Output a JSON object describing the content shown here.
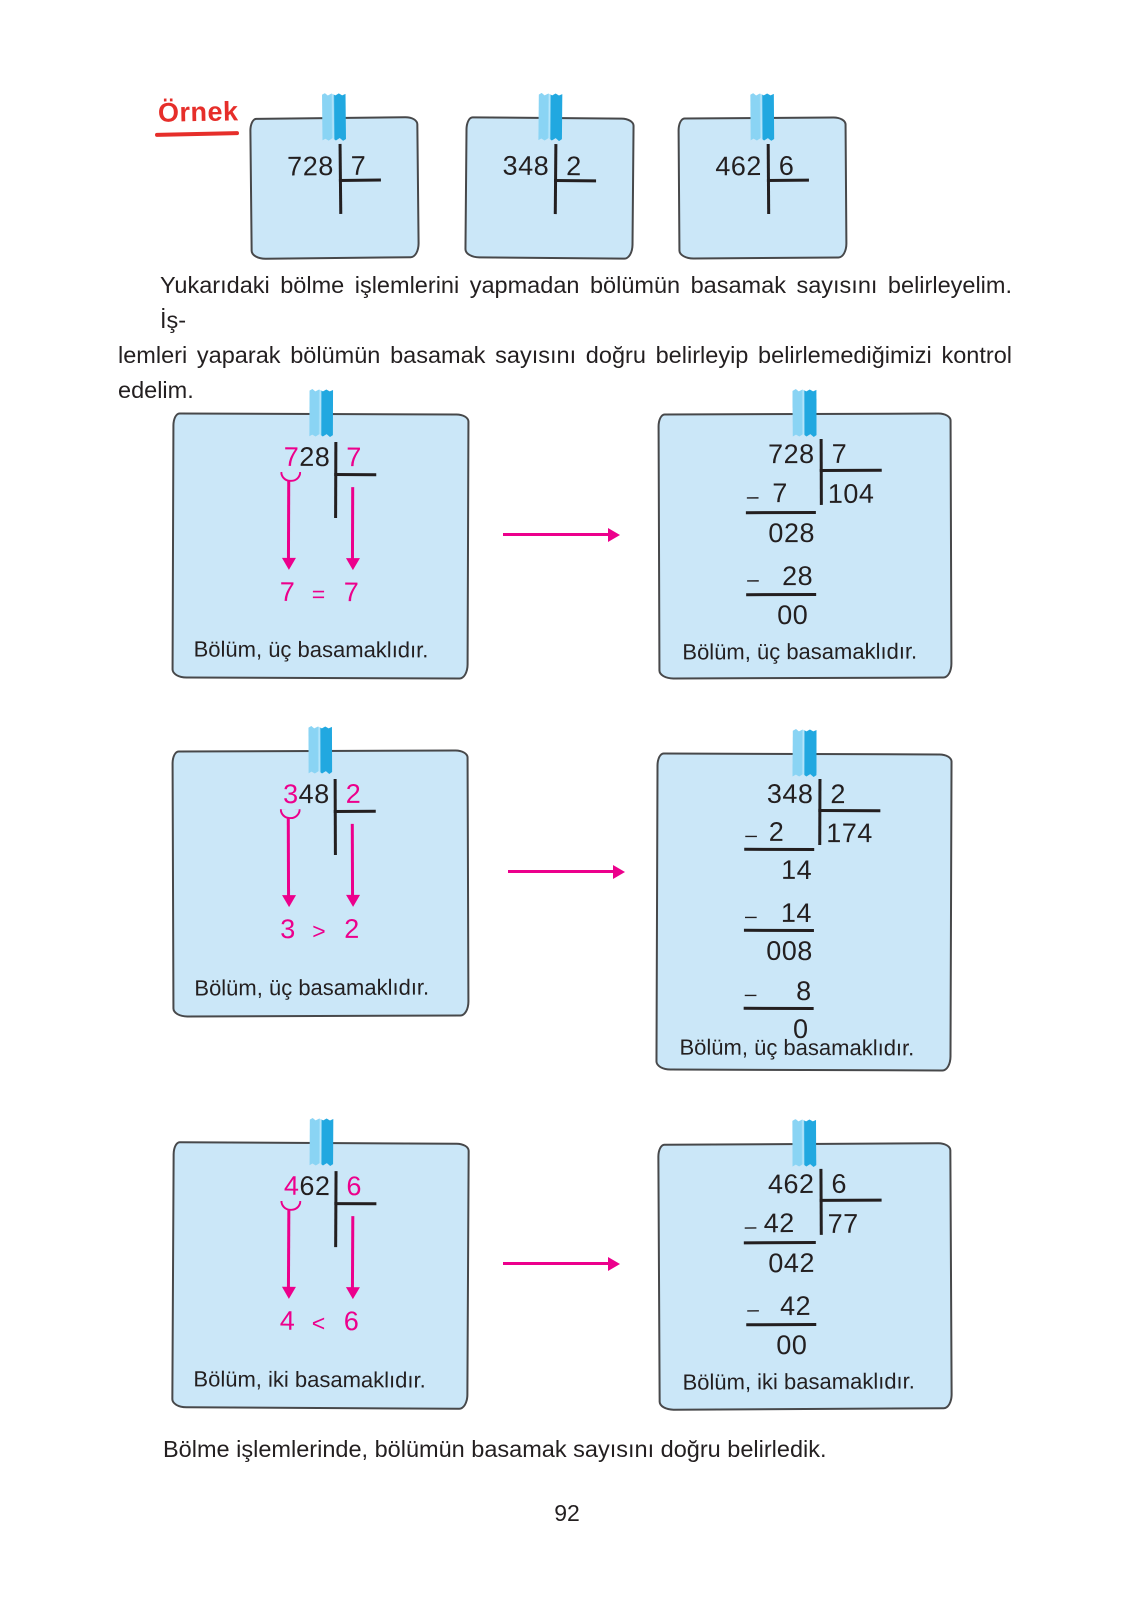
{
  "page": {
    "number": "92"
  },
  "example_label": "Örnek",
  "intro": {
    "line1": "Yukarıdaki bölme işlemlerini yapmadan bölümün basamak sayısını belirleyelim. İş-",
    "line2": "lemleri yaparak bölümün basamak sayısını doğru belirleyip belirlemediğimizi kontrol",
    "line3": "edelim."
  },
  "conclusion": "Bölme işlemlerinde, bölümün basamak sayısını doğru belirledik.",
  "colors": {
    "card_bg": "#cbe7f8",
    "card_border": "#47484a",
    "tape_blue": "#21a8e0",
    "tape_light": "#8ad4f4",
    "accent_pink": "#ec008c",
    "label_red": "#e62e2a",
    "ink": "#231f20"
  },
  "top_cards": [
    {
      "dividend": "728",
      "divisor": "7"
    },
    {
      "dividend": "348",
      "divisor": "2"
    },
    {
      "dividend": "462",
      "divisor": "6"
    }
  ],
  "estimate_cards": [
    {
      "lead": "7",
      "rest": "28",
      "divisor": "7",
      "cmp_left": "7",
      "cmp_op": "=",
      "cmp_right": "7",
      "caption": "Bölüm, üç basamaklıdır."
    },
    {
      "lead": "3",
      "rest": "48",
      "divisor": "2",
      "cmp_left": "3",
      "cmp_op": ">",
      "cmp_right": "2",
      "caption": "Bölüm, üç basamaklıdır."
    },
    {
      "lead": "4",
      "rest": "62",
      "divisor": "6",
      "cmp_left": "4",
      "cmp_op": "<",
      "cmp_right": "6",
      "caption": "Bölüm, iki basamaklıdır."
    }
  ],
  "worked_cards": [
    {
      "dividend": "728",
      "divisor": "7",
      "quotient": "104",
      "minus": "–",
      "step1": "7",
      "res1": "028",
      "step2": "28",
      "res2": "00",
      "caption": "Bölüm, üç basamaklıdır."
    },
    {
      "dividend": "348",
      "divisor": "2",
      "quotient": "174",
      "minus": "–",
      "step1": "2",
      "res1": "14",
      "step2": "14",
      "res2": "008",
      "step3": "8",
      "res3": "0",
      "caption": "Bölüm, üç basamaklıdır."
    },
    {
      "dividend": "462",
      "divisor": "6",
      "quotient": "77",
      "minus": "–",
      "step1": "42",
      "res1": "042",
      "step2": "42",
      "res2": "00",
      "caption": "Bölüm, iki basamaklıdır."
    }
  ]
}
